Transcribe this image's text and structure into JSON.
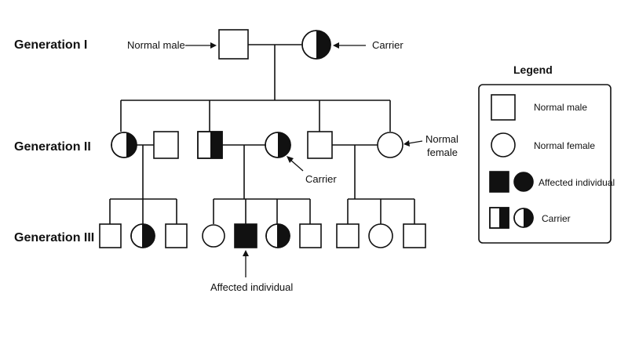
{
  "generations": {
    "gen1": "Generation I",
    "gen2": "Generation II",
    "gen3": "Generation III"
  },
  "annotations": {
    "normal_male": "Normal male",
    "carrier_top": "Carrier",
    "normal_female_1": "Normal",
    "normal_female_2": "female",
    "carrier_gen2": "Carrier",
    "affected": "Affected individual"
  },
  "legend": {
    "title": "Legend",
    "items": [
      {
        "label": "Normal male",
        "symbol": "square-open"
      },
      {
        "label": "Normal female",
        "symbol": "circle-open"
      },
      {
        "label": "Affected individual",
        "symbol": "square-circle-filled"
      },
      {
        "label": "Carrier",
        "symbol": "square-circle-half"
      }
    ]
  },
  "colors": {
    "ink": "#111111",
    "background": "#ffffff"
  }
}
